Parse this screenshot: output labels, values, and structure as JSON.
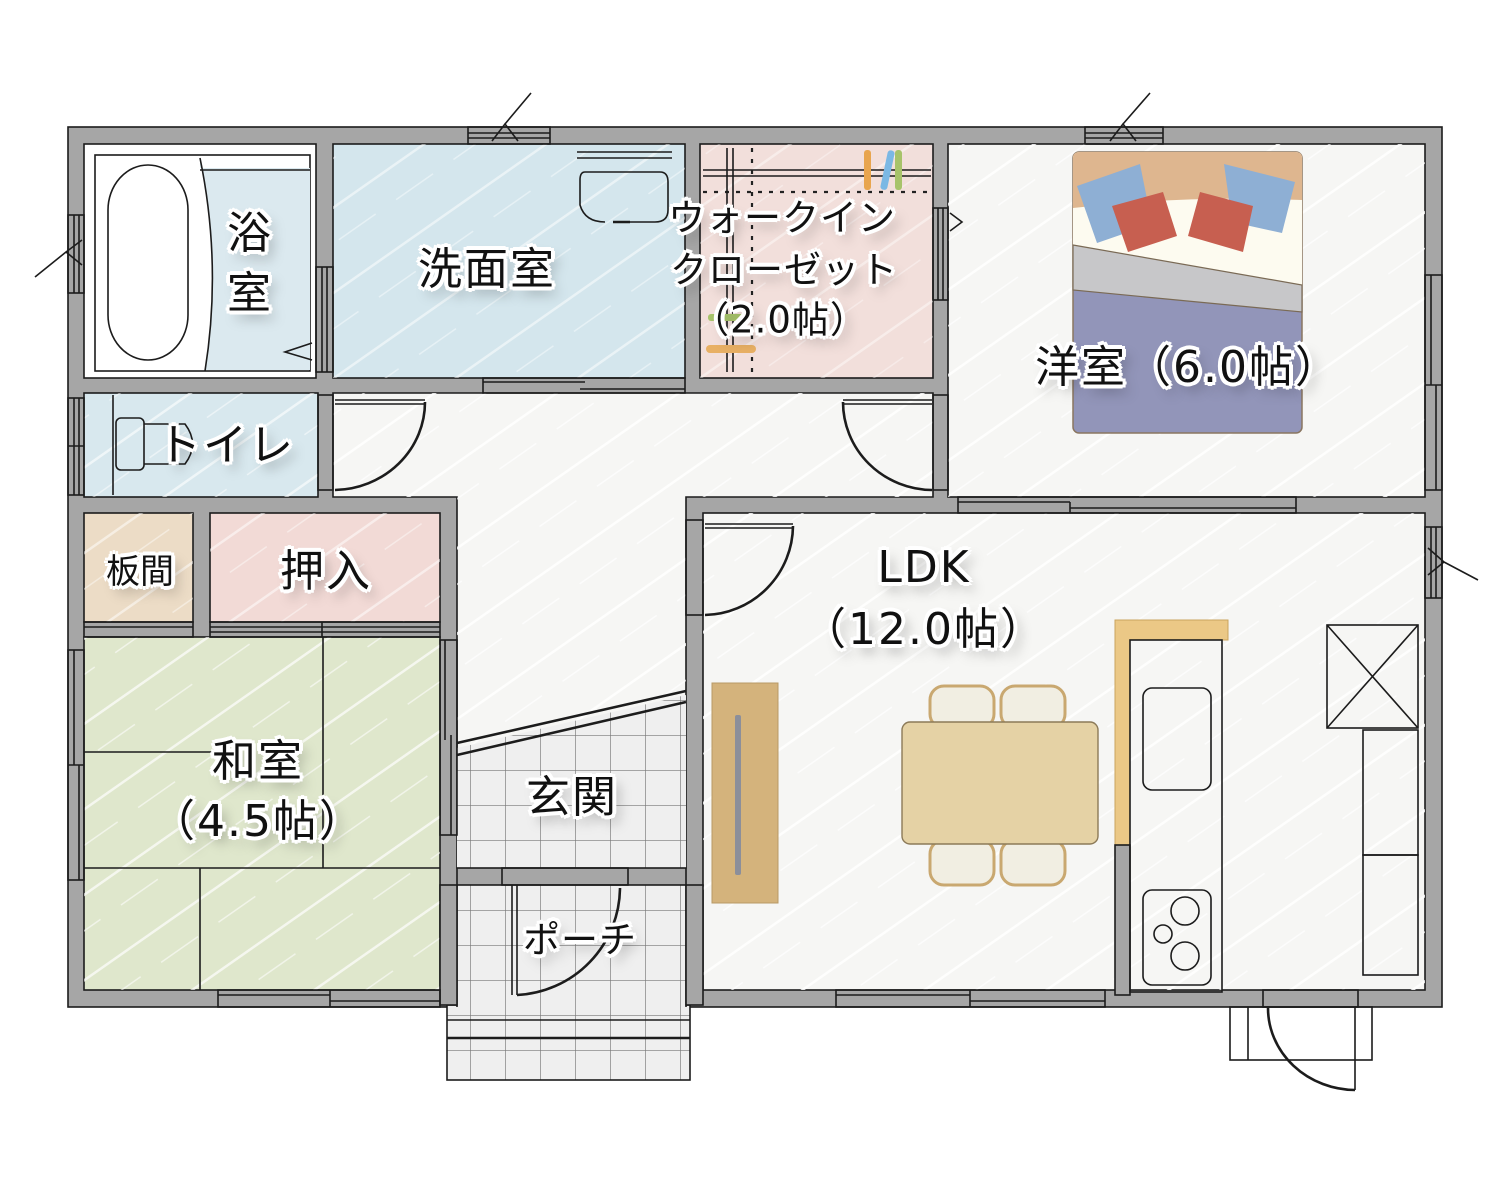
{
  "floor_plan": {
    "rooms": {
      "bathroom": {
        "line1": "浴",
        "line2": "室"
      },
      "washroom": {
        "label": "洗面室"
      },
      "walk_in_closet": {
        "line1": "ウォークイン",
        "line2": "クローゼット",
        "size": "（2.0帖）"
      },
      "western_room": {
        "label": "洋室",
        "size": "（6.0帖）"
      },
      "toilet": {
        "label": "トイレ"
      },
      "wooden_floor": {
        "label": "板間"
      },
      "closet": {
        "label": "押入"
      },
      "japanese_room": {
        "label": "和室",
        "size": "（4.5帖）"
      },
      "entrance": {
        "label": "玄関"
      },
      "porch": {
        "label": "ポーチ"
      },
      "ldk": {
        "label": "LDK",
        "size": "（12.0帖）"
      }
    },
    "colors": {
      "wall": "#a6a6a6",
      "outline": "#1c1c1c",
      "floor": "#f6f6f4",
      "bath_floor": "#dbe9ef",
      "washroom": "#d4e6ed",
      "toilet": "#d8e8ee",
      "walk_in_closet": "#f2dfdb",
      "closet": "#f2dad6",
      "wooden_floor": "#ecdcc6",
      "tatami": "#dfe7cc",
      "tile": "#ececec",
      "kitchen_bar": "#ebc886",
      "tv_board": "#d4b37c",
      "dining_table": "#e5d2a5",
      "chair": "#f1eee2",
      "bed_headboard": "#deb68f",
      "bed_sheet": "#fdfbf0",
      "blanket_gray": "#c7c7c9",
      "blanket_navy": "#9295b9",
      "pillow_blue": "#8eafd4",
      "pillow_red": "#c75f50",
      "cupboard": "#f4e3df"
    }
  }
}
